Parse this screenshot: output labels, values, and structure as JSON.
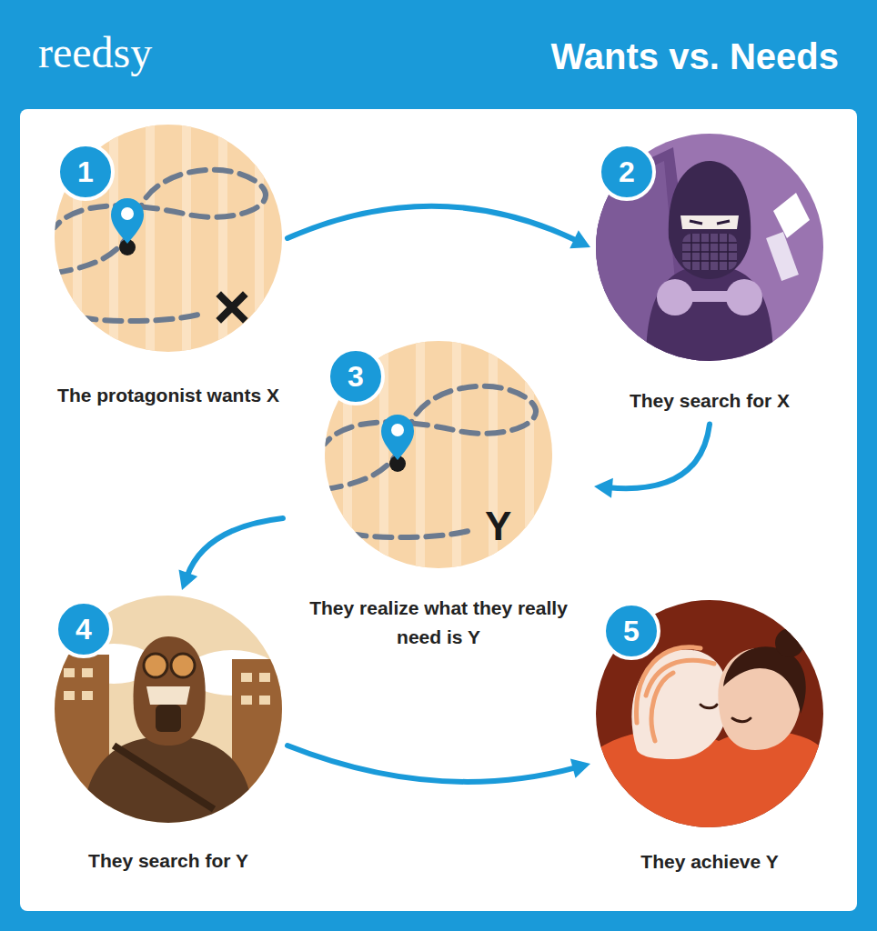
{
  "diagram": {
    "title": "Wants vs. Needs",
    "nodes": [
      {
        "text": [
          "1",
          "The protagonist wants X"
        ]
      },
      {
        "text": [
          "2",
          "They search for X"
        ]
      },
      {
        "text": [
          "3",
          "Y",
          "They realize what they really need is Y"
        ]
      },
      {
        "text": [
          "4",
          "They search for Y"
        ]
      },
      {
        "text": [
          "5",
          "They achieve Y"
        ]
      }
    ],
    "edges": [
      {
        "from": 0,
        "to": 1,
        "arrow": "to"
      },
      {
        "from": 1,
        "to": 2,
        "arrow": "to"
      },
      {
        "from": 2,
        "to": 3,
        "arrow": "to"
      },
      {
        "from": 3,
        "to": 4,
        "arrow": "to"
      }
    ],
    "labels": [
      "reedsy"
    ]
  }
}
